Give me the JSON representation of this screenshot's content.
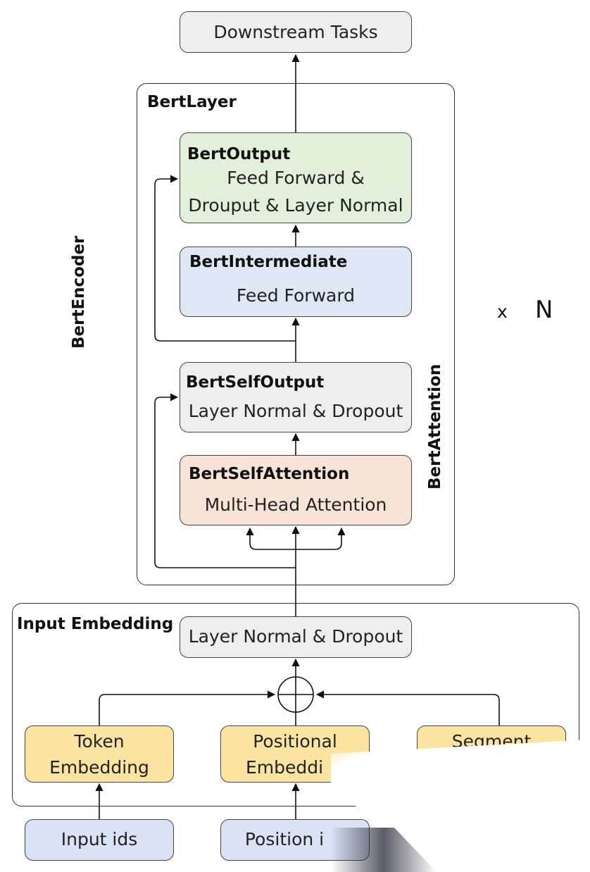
{
  "downstream": {
    "label": "Downstream Tasks"
  },
  "bert_layer": {
    "title": "BertLayer"
  },
  "bert_encoder": {
    "label": "BertEncoder"
  },
  "bert_attention": {
    "label": "BertAttention"
  },
  "repeat": {
    "x": "x",
    "n": "N"
  },
  "bert_output": {
    "title": "BertOutput",
    "line1": "Feed Forward &",
    "line2": "Drouput & Layer Normal"
  },
  "bert_intermediate": {
    "title": "BertIntermediate",
    "line1": "Feed Forward"
  },
  "bert_self_output": {
    "title": "BertSelfOutput",
    "line1": "Layer Normal & Dropout"
  },
  "bert_self_attention": {
    "title": "BertSelfAttention",
    "line1": "Multi-Head Attention"
  },
  "input_embedding": {
    "title": "Input Embedding",
    "norm_label": "Layer Normal & Dropout",
    "token": {
      "line1": "Token",
      "line2": "Embedding"
    },
    "positional": {
      "line1": "Positional",
      "line2": "Embeddi"
    },
    "segment": {
      "line1": "Segment"
    }
  },
  "inputs": {
    "input_ids": "Input ids",
    "position": "Position i"
  }
}
